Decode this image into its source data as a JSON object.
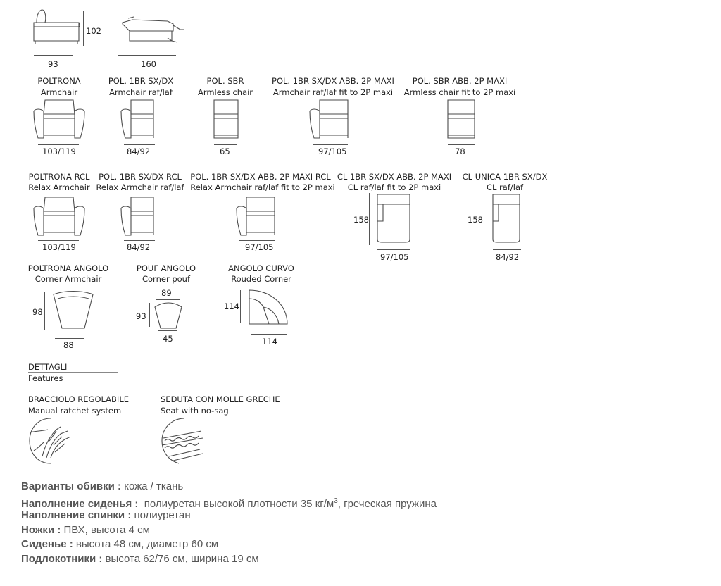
{
  "top": {
    "side_view": {
      "height": "102",
      "width": "93"
    },
    "reclined_view": {
      "width": "160"
    }
  },
  "row1": [
    {
      "name": "POLTRONA",
      "subtitle": "Armchair",
      "dim": "103/119"
    },
    {
      "name": "POL. 1BR SX/DX",
      "subtitle": "Armchair raf/laf",
      "dim": "84/92"
    },
    {
      "name": "POL. SBR",
      "subtitle": "Armless chair",
      "dim": "65"
    },
    {
      "name": "POL. 1BR SX/DX ABB. 2P MAXI",
      "subtitle": "Armchair raf/laf fit to 2P maxi",
      "dim": "97/105"
    },
    {
      "name": "POL. SBR ABB. 2P MAXI",
      "subtitle": "Armless chair fit to 2P maxi",
      "dim": "78"
    }
  ],
  "row2": [
    {
      "name": "POLTRONA RCL",
      "subtitle": "Relax Armchair",
      "dim": "103/119"
    },
    {
      "name": "POL. 1BR SX/DX RCL",
      "subtitle": "Relax Armchair raf/laf",
      "dim": "84/92"
    },
    {
      "name": "POL. 1BR SX/DX ABB. 2P MAXI RCL",
      "subtitle": "Relax Armchair raf/laf fit to 2P maxi",
      "dim": "97/105"
    },
    {
      "name": "CL 1BR SX/DX ABB. 2P MAXI",
      "subtitle": "CL raf/laf fit to 2P maxi",
      "dim": "97/105",
      "depth": "158"
    },
    {
      "name": "CL UNICA 1BR SX/DX",
      "subtitle": "CL raf/laf",
      "dim": "84/92",
      "depth": "158"
    }
  ],
  "row3": [
    {
      "name": "POLTRONA ANGOLO",
      "subtitle": "Corner Armchair",
      "dim": "88",
      "depth": "98"
    },
    {
      "name": "POUF ANGOLO",
      "subtitle": "Corner pouf",
      "top_dim": "89",
      "dim": "45",
      "depth": "93"
    },
    {
      "name": "ANGOLO CURVO",
      "subtitle": "Rouded Corner",
      "dim": "114",
      "depth": "114"
    }
  ],
  "details": {
    "title": "DETTAGLI",
    "subtitle": "Features",
    "items": [
      {
        "name": "BRACCIOLO REGOLABILE",
        "subtitle": "Manual ratchet system"
      },
      {
        "name": "SEDUTA CON MOLLE GRECHE",
        "subtitle": "Seat with no-sag"
      }
    ]
  },
  "specs": {
    "upholstery": {
      "label": "Варианты обивки :",
      "value": " кожа / ткань"
    },
    "seat_filling": {
      "label": "Наполнение сиденья :",
      "value": "  полиуретан высокой плотности 35 кг/м",
      "sup": "3",
      "value_after": ", греческая пружина"
    },
    "back_filling": {
      "label": "Наполнение спинки :",
      "value": " полиуретан"
    },
    "legs": {
      "label": "Ножки :",
      "value": " ПВХ, высота 4 см"
    },
    "seat": {
      "label": "Сиденье :",
      "value": " высота 48 см, диаметр 60 см"
    },
    "armrests": {
      "label": "Подлокотники :",
      "value": " высота 62/76 см, ширина 19 см"
    }
  }
}
